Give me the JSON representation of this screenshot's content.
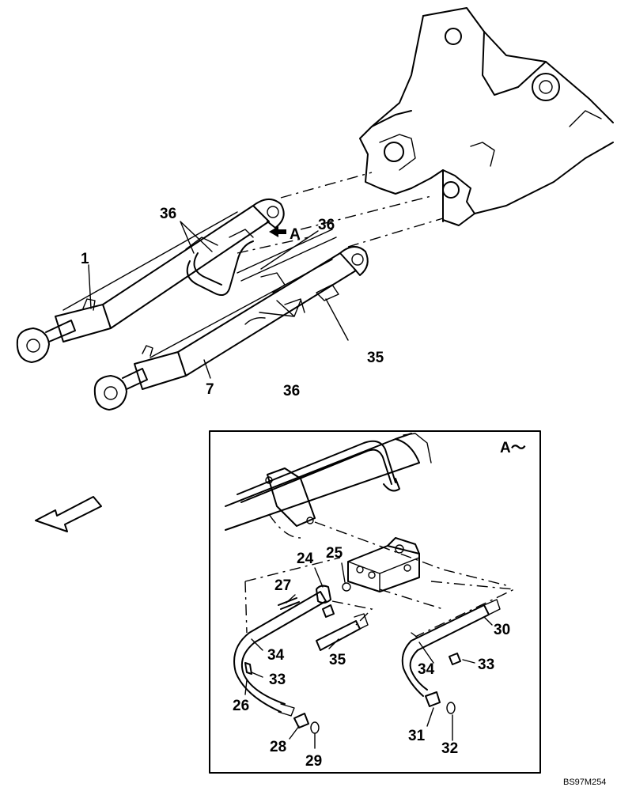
{
  "callouts": {
    "c1": "1",
    "c7": "7",
    "c36a": "36",
    "c36b": "36",
    "c36c": "36",
    "c35top": "35",
    "viewA": "A",
    "c24": "24",
    "c25": "25",
    "c27": "27",
    "c34a": "34",
    "c35": "35",
    "c33a": "33",
    "c26": "26",
    "c28": "28",
    "c29": "29",
    "c30": "30",
    "c34b": "34",
    "c33b": "33",
    "c31": "31",
    "c32": "32"
  },
  "detail_title": "A～",
  "drawing_code": "BS97M254"
}
